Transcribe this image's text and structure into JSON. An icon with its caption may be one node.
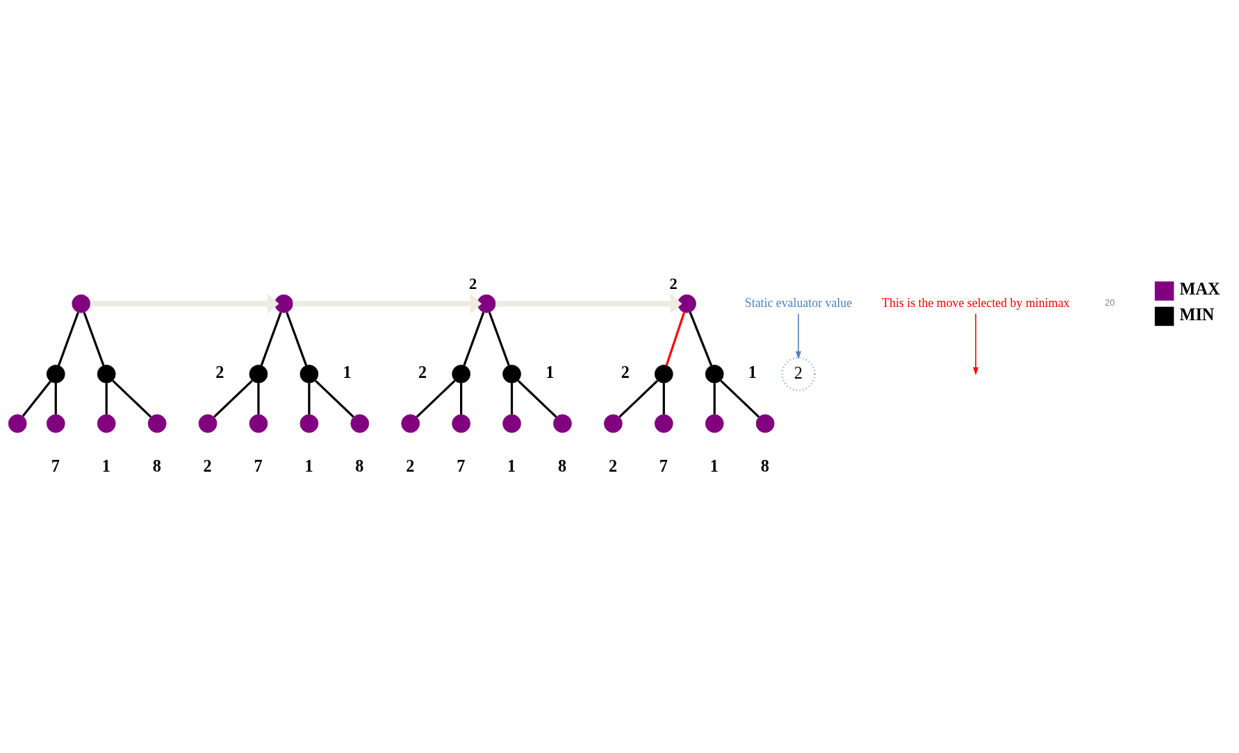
{
  "diagram": {
    "nodes": [
      {
        "text": [],
        "shape": "circle"
      },
      {
        "text": [],
        "shape": "circle"
      },
      {
        "text": [],
        "shape": "circle"
      },
      {
        "text": [],
        "shape": "circle"
      },
      {
        "text": [],
        "shape": "circle",
        "beside": [
          "7"
        ]
      },
      {
        "text": [],
        "shape": "circle",
        "beside": [
          "1"
        ]
      },
      {
        "text": [],
        "shape": "circle",
        "beside": [
          "8"
        ]
      },
      {
        "text": [
          "2"
        ]
      },
      {
        "text": [
          "Static evaluator value"
        ]
      },
      {
        "text": [],
        "shape": "circle"
      },
      {
        "text": [],
        "shape": "circle",
        "beside": [
          "2"
        ]
      },
      {
        "text": [],
        "shape": "circle",
        "beside": [
          "1"
        ]
      },
      {
        "text": [],
        "shape": "circle",
        "beside": [
          "2"
        ]
      },
      {
        "text": [],
        "shape": "circle",
        "beside": [
          "7"
        ]
      },
      {
        "text": [],
        "shape": "circle",
        "beside": [
          "1"
        ]
      },
      {
        "text": [],
        "shape": "circle",
        "beside": [
          "8"
        ]
      },
      {
        "text": [],
        "shape": "circle",
        "beside": [
          "2"
        ]
      },
      {
        "text": [],
        "shape": "circle",
        "beside": [
          "2"
        ]
      },
      {
        "text": [],
        "shape": "circle",
        "beside": [
          "1"
        ]
      },
      {
        "text": [],
        "shape": "circle",
        "beside": [
          "2"
        ]
      },
      {
        "text": [],
        "shape": "circle",
        "beside": [
          "7"
        ]
      },
      {
        "text": [],
        "shape": "circle",
        "beside": [
          "1"
        ]
      },
      {
        "text": [],
        "shape": "circle",
        "beside": [
          "8"
        ]
      },
      {
        "text": [
          "This is the move selected by minimax"
        ]
      },
      {
        "text": [],
        "shape": "circle",
        "beside": [
          "2"
        ]
      },
      {
        "text": [],
        "shape": "circle",
        "beside": [
          "2"
        ]
      },
      {
        "text": [],
        "shape": "circle",
        "beside": [
          "1"
        ]
      },
      {
        "text": [],
        "shape": "circle",
        "beside": [
          "2"
        ]
      },
      {
        "text": [],
        "shape": "circle",
        "beside": [
          "7"
        ]
      },
      {
        "text": [],
        "shape": "circle",
        "beside": [
          "1"
        ]
      },
      {
        "text": [],
        "shape": "circle",
        "beside": [
          "8"
        ]
      }
    ],
    "edges": [
      {
        "from": 0,
        "to": 1,
        "arrow": "none"
      },
      {
        "from": 0,
        "to": 2,
        "arrow": "none"
      },
      {
        "from": 1,
        "to": 3,
        "arrow": "none"
      },
      {
        "from": 1,
        "to": 4,
        "arrow": "none"
      },
      {
        "from": 2,
        "to": 5,
        "arrow": "none"
      },
      {
        "from": 2,
        "to": 6,
        "arrow": "none"
      },
      {
        "from": 8,
        "to": 7,
        "arrow": "to",
        "color": "#4f81bd"
      },
      {
        "from": 9,
        "to": 10,
        "arrow": "none"
      },
      {
        "from": 9,
        "to": 11,
        "arrow": "none"
      },
      {
        "from": 10,
        "to": 12,
        "arrow": "none"
      },
      {
        "from": 10,
        "to": 13,
        "arrow": "none"
      },
      {
        "from": 11,
        "to": 14,
        "arrow": "none"
      },
      {
        "from": 11,
        "to": 15,
        "arrow": "none"
      },
      {
        "from": 16,
        "to": 17,
        "arrow": "none"
      },
      {
        "from": 16,
        "to": 18,
        "arrow": "none"
      },
      {
        "from": 17,
        "to": 19,
        "arrow": "none"
      },
      {
        "from": 17,
        "to": 20,
        "arrow": "none"
      },
      {
        "from": 18,
        "to": 21,
        "arrow": "none"
      },
      {
        "from": 18,
        "to": 22,
        "arrow": "none"
      },
      {
        "from": 24,
        "to": 25,
        "arrow": "none",
        "color": "#ff0000"
      },
      {
        "from": 24,
        "to": 26,
        "arrow": "none"
      },
      {
        "from": 25,
        "to": 27,
        "arrow": "none"
      },
      {
        "from": 25,
        "to": 28,
        "arrow": "none"
      },
      {
        "from": 26,
        "to": 29,
        "arrow": "none"
      },
      {
        "from": 26,
        "to": 30,
        "arrow": "none"
      },
      {
        "from": 23,
        "to": null,
        "arrow": "to",
        "color": "#ff0000"
      },
      {
        "from": 0,
        "to": 9,
        "arrow": "to",
        "style": "thick",
        "color": "#eeece1"
      },
      {
        "from": 9,
        "to": 16,
        "arrow": "to",
        "style": "thick",
        "color": "#eeece1"
      },
      {
        "from": 16,
        "to": 24,
        "arrow": "to",
        "style": "thick",
        "color": "#eeece1"
      }
    ],
    "labels": [
      "20"
    ],
    "legend": [
      {
        "text": "MAX",
        "color": "#800080"
      },
      {
        "text": "MIN",
        "color": "#000000"
      }
    ]
  }
}
